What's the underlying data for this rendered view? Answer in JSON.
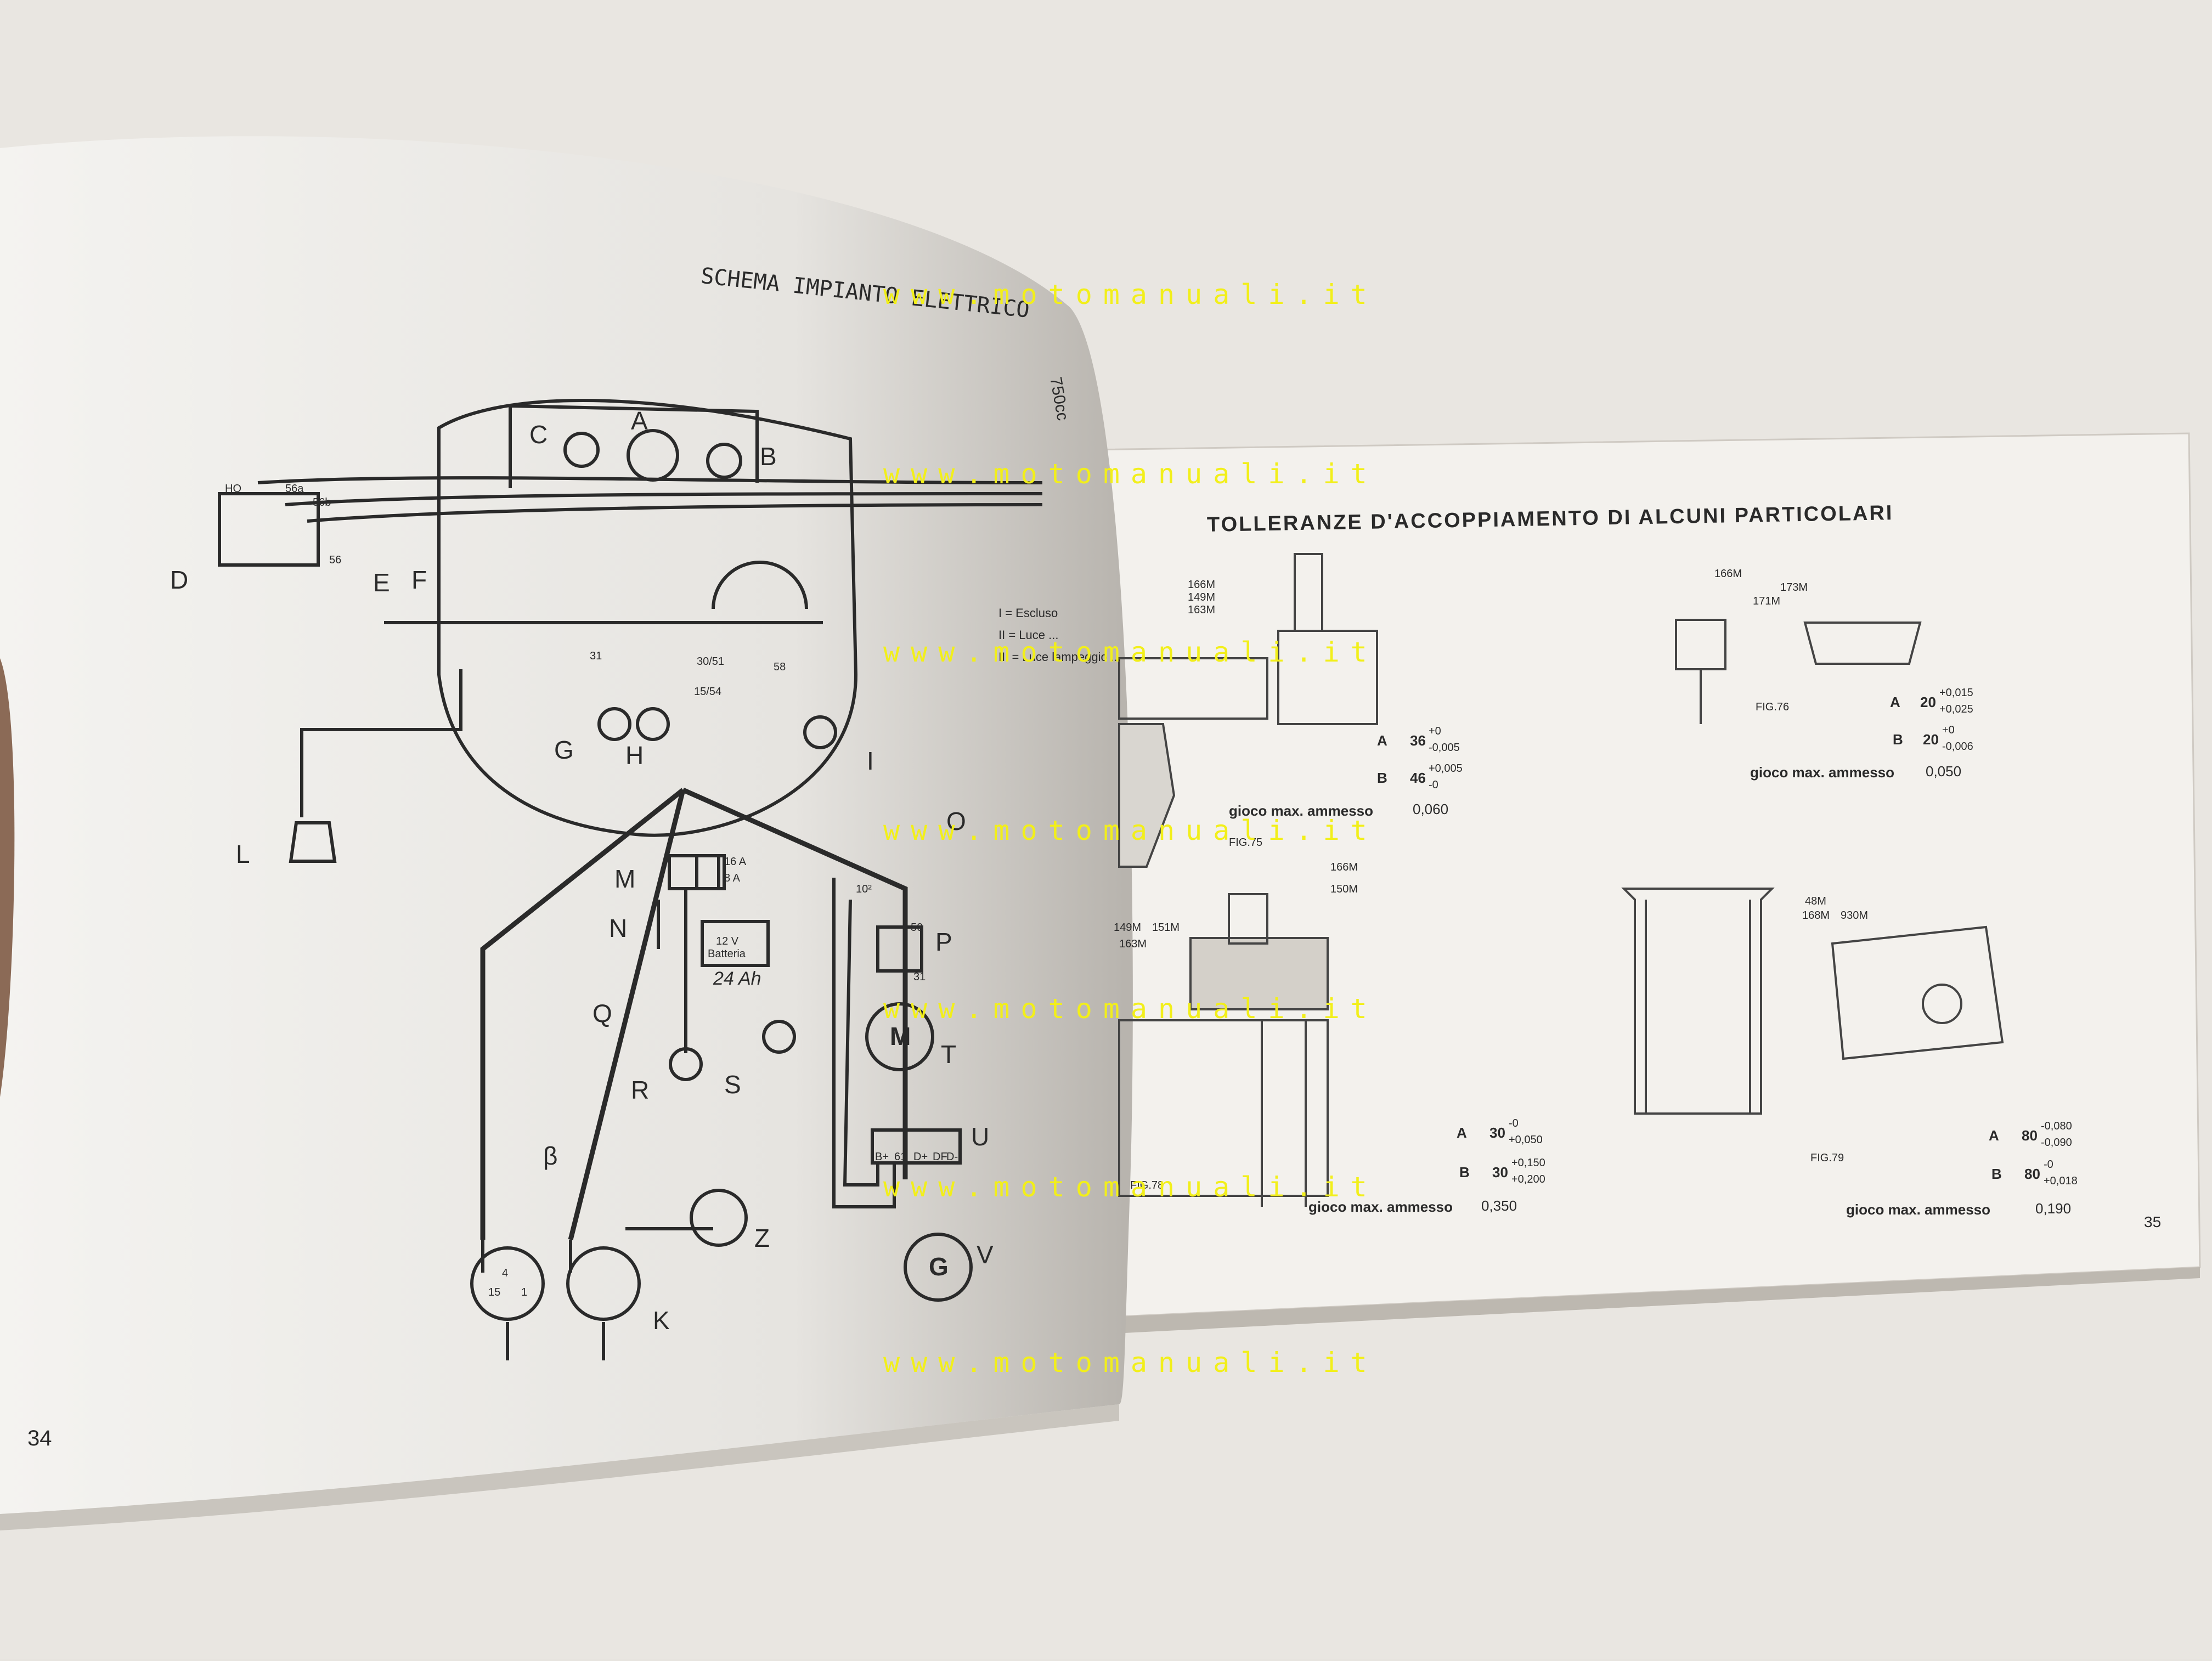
{
  "left_page": {
    "title": "SCHEMA IMPIANTO ELETTRICO",
    "model": "750cc",
    "page_number": "34",
    "legend": {
      "l1": "I = Escluso",
      "l2": "II = Luce ...",
      "l3": "III = Luce lampeggio ..."
    },
    "component_letters": [
      "A",
      "B",
      "C",
      "D",
      "E",
      "F",
      "G",
      "H",
      "I",
      "L",
      "M",
      "N",
      "O",
      "P",
      "Q",
      "R",
      "S",
      "T",
      "U",
      "V",
      "Z",
      "K",
      "β"
    ],
    "terminal_labels": [
      "HO",
      "56a",
      "56b",
      "56",
      "31",
      "30/51",
      "15/54",
      "58",
      "16 A",
      "8 A",
      "10²",
      "50",
      "31",
      "B+",
      "61",
      "D+",
      "DF",
      "D-",
      "15",
      "4",
      "1"
    ],
    "battery": {
      "voltage": "12 V",
      "label": "Batteria",
      "capacity": "24 Ah"
    },
    "motor_letter": "M",
    "generator_letter": "G"
  },
  "right_page": {
    "title": "TOLLERANZE D'ACCOPPIAMENTO DI ALCUNI PARTICOLARI",
    "page_number": "35",
    "figures": [
      {
        "fig": "FIG.75",
        "codes": [
          "166M",
          "149M",
          "163M"
        ],
        "rows": [
          {
            "letter": "A",
            "nominal": "36",
            "upper": "+0",
            "lower": "-0,005"
          },
          {
            "letter": "B",
            "nominal": "46",
            "upper": "+0,005",
            "lower": "-0"
          }
        ],
        "gioco_label": "gioco max. ammesso",
        "gioco_value": "0,060"
      },
      {
        "fig": "FIG.76",
        "codes": [
          "166M",
          "173M",
          "171M"
        ],
        "rows": [
          {
            "letter": "A",
            "nominal": "20",
            "upper": "+0,015",
            "lower": "+0,025"
          },
          {
            "letter": "B",
            "nominal": "20",
            "upper": "+0",
            "lower": "-0,006"
          }
        ],
        "gioco_label": "gioco max. ammesso",
        "gioco_value": "0,050"
      },
      {
        "fig": "FIG.78",
        "codes": [
          "166M",
          "150M",
          "149M",
          "151M",
          "163M"
        ],
        "rows": [
          {
            "letter": "A",
            "nominal": "30",
            "upper": "-0",
            "lower": "+0,050"
          },
          {
            "letter": "B",
            "nominal": "30",
            "upper": "+0,150",
            "lower": "+0,200"
          }
        ],
        "gioco_label": "gioco max. ammesso",
        "gioco_value": "0,350"
      },
      {
        "fig": "FIG.79",
        "codes": [
          "48M",
          "168M",
          "930M"
        ],
        "rows": [
          {
            "letter": "A",
            "nominal": "80",
            "upper": "-0,080",
            "lower": "-0,090"
          },
          {
            "letter": "B",
            "nominal": "80",
            "upper": "-0",
            "lower": "+0,018"
          }
        ],
        "gioco_label": "gioco max. ammesso",
        "gioco_value": "0,190"
      }
    ]
  },
  "watermarks": [
    "www.motomanuali.it",
    "www.motomanuali.it",
    "www.motomanuali.it",
    "www.motomanuali.it",
    "www.motomanuali.it",
    "www.motomanuali.it",
    "www.motomanuali.it"
  ],
  "colors": {
    "paper": "#f6f5f2",
    "ink": "#2a2a2a",
    "watermark": "#f2ef1a",
    "background": "#e7e4df"
  }
}
